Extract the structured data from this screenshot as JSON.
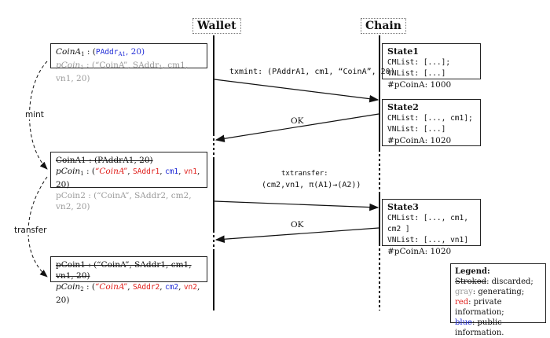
{
  "headers": {
    "wallet": "Wallet",
    "chain": "Chain"
  },
  "box1": {
    "line1_name": "CoinA",
    "line1_sub": "1",
    "line1_sep": " : (",
    "line1_addr": "PAddr",
    "line1_addr_sub": "A1",
    "line1_val": ", 20)",
    "line2_name": "pCoin",
    "line2_sub": "1",
    "line2_rest": " : (“CoinA”, SAddr",
    "line2_rest_sub": "1",
    "line2_tail": ", cm1, vn1, 20)"
  },
  "box2": {
    "line1_text": "CoinA1 : (PAddrA1, 20)",
    "line2_name": "pCoin",
    "line2_sub": "1",
    "line2_colon": " : (",
    "line2_q": "“CoinA”",
    "line2_comma1": ", ",
    "line2_saddr": "SAddr1",
    "line2_comma2": ", ",
    "line2_cm": "cm1",
    "line2_comma3": ", ",
    "line2_vn": "vn1",
    "line2_end": ", 20)",
    "line3_text": "pCoin2 : (“CoinA”, SAddr2, cm2, vn2, 20)"
  },
  "box3": {
    "line1_text": "pCoin1 : (“CoinA”, SAddr1, cm1, vn1, 20)",
    "line2_name": "pCoin",
    "line2_sub": "2",
    "line2_colon": " : (",
    "line2_q": "“CoinA”",
    "line2_comma1": ", ",
    "line2_saddr": "SAddr2",
    "line2_comma2": ", ",
    "line2_cm": "cm2",
    "line2_comma3": ", ",
    "line2_vn": "vn2",
    "line2_end": ", 20)"
  },
  "states": [
    {
      "title": "State1",
      "line1": "CMList: [...]; VNList: [...]",
      "line2": "#pCoinA: 1000"
    },
    {
      "title": "State2",
      "line1": "CMList: [..., cm1];",
      "line2": "VNList: [...]",
      "line3": "#pCoinA: 1020"
    },
    {
      "title": "State3",
      "line1": "CMList: [..., cm1, cm2 ]",
      "line2": "VNList: [..., vn1]",
      "line3": "#pCoinA: 1020"
    }
  ],
  "messages": {
    "tx_mint": "txmint: (PAddrA1, cm1, “CoinA”, 20)",
    "ok1": "OK",
    "tx_transfer_line1": "txtransfer:",
    "tx_transfer_line2": "(cm2,vn1, π(A1)→(A2))",
    "ok2": "OK"
  },
  "side_labels": {
    "mint": "mint",
    "transfer": "transfer"
  },
  "legend": {
    "title": "Legend:",
    "stroked": "Stroked",
    "stroked_desc": ": discarded;",
    "gray": "gray",
    "gray_desc": ": generating;",
    "red": "red",
    "red_desc": ": private information;",
    "blue": "blue",
    "blue_desc": ": public information."
  },
  "colors": {
    "blue": "#1f2bd6",
    "red": "#e0201c",
    "gray": "#9a9a9a"
  }
}
